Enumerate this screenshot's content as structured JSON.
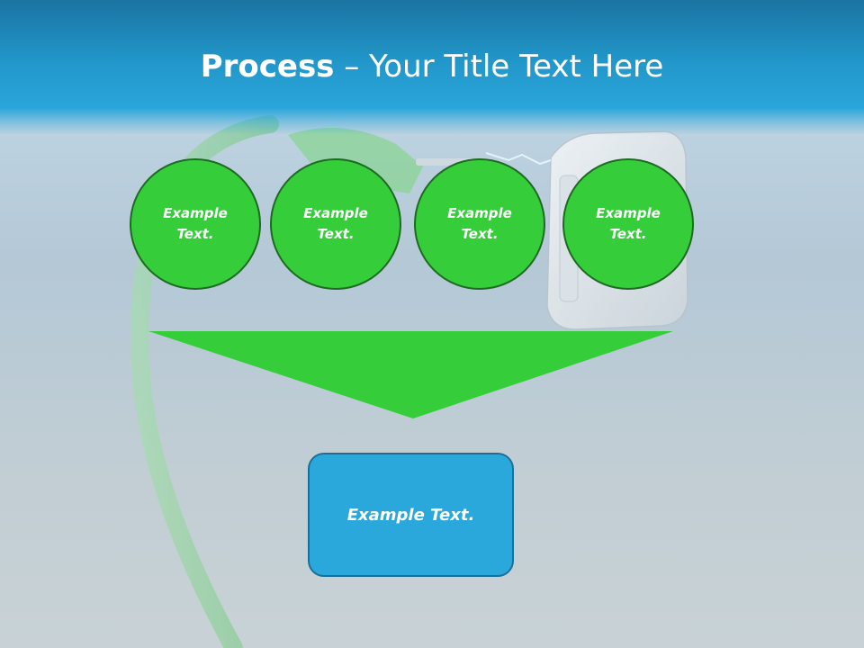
{
  "slide": {
    "title_bold": "Process",
    "title_rest": " – Your Title Text Here"
  },
  "diagram": {
    "steps": [
      {
        "label": "Example Text."
      },
      {
        "label": "Example Text."
      },
      {
        "label": "Example Text."
      },
      {
        "label": "Example Text."
      }
    ],
    "result": {
      "label": "Example Text."
    }
  },
  "colors": {
    "header": "#2196c9",
    "step_fill": "#36cd3a",
    "step_border": "#1e6a22",
    "funnel_fill": "#36cd3a",
    "result_fill": "#2aa8dc",
    "result_border": "#1b6f98"
  }
}
